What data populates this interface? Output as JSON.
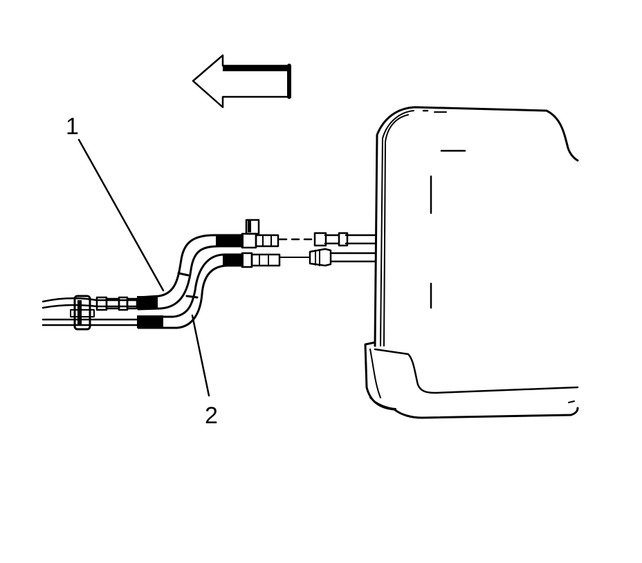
{
  "callouts": [
    {
      "id": "1",
      "text": "1"
    },
    {
      "id": "2",
      "text": "2"
    }
  ],
  "colors": {
    "ink": "#000000",
    "paper": "#ffffff"
  },
  "icons": {
    "direction_arrow": "left-arrow-icon"
  }
}
